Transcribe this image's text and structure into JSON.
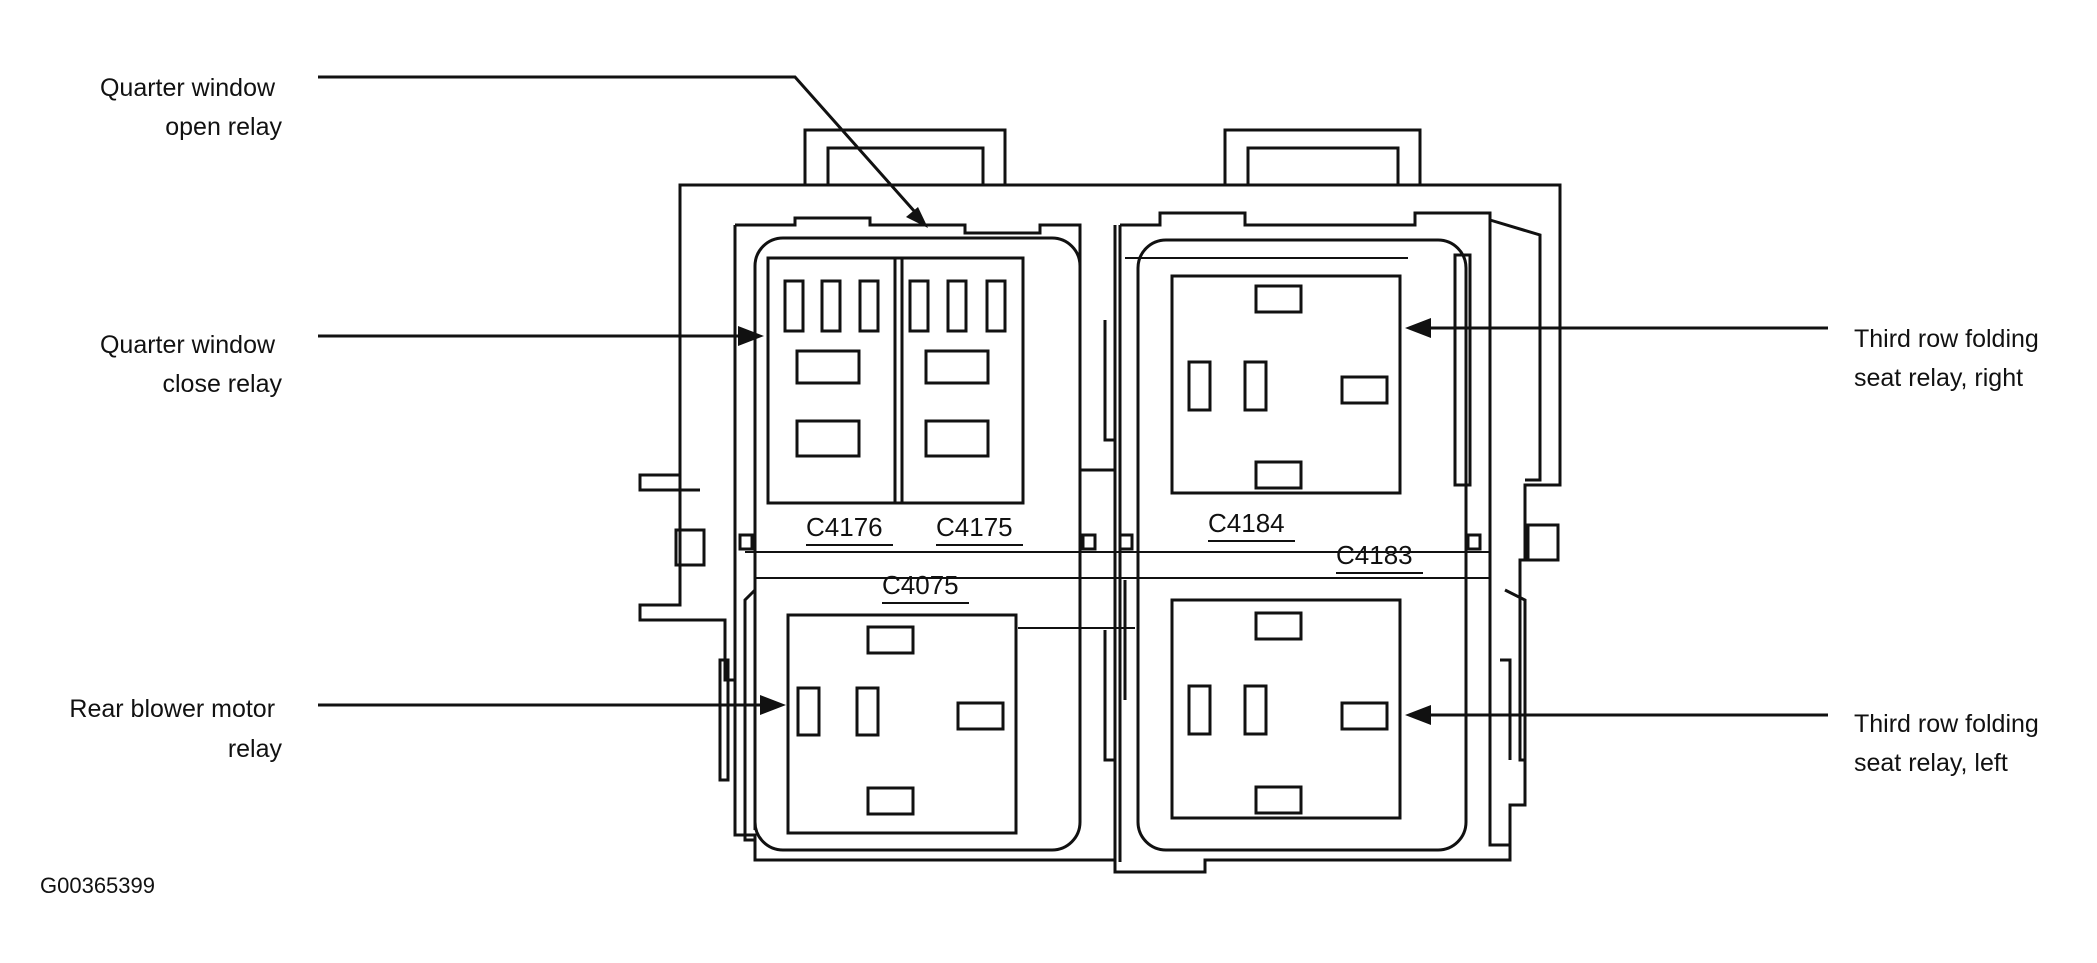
{
  "callouts": {
    "quarter_window_open_relay": [
      "Quarter window",
      "open relay"
    ],
    "quarter_window_close_relay": [
      "Quarter window",
      "close relay"
    ],
    "rear_blower_motor_relay": [
      "Rear blower motor",
      "relay"
    ],
    "third_row_folding_seat_relay_right": [
      "Third row folding",
      "seat relay, right"
    ],
    "third_row_folding_seat_relay_left": [
      "Third row folding",
      "seat relay, left"
    ]
  },
  "connectors": {
    "c4176": "C4176",
    "c4175": "C4175",
    "c4075": "C4075",
    "c4184": "C4184",
    "c4183": "C4183"
  },
  "figure_id": "G00365399",
  "colors": {
    "line": "#111111",
    "background": "#ffffff"
  }
}
